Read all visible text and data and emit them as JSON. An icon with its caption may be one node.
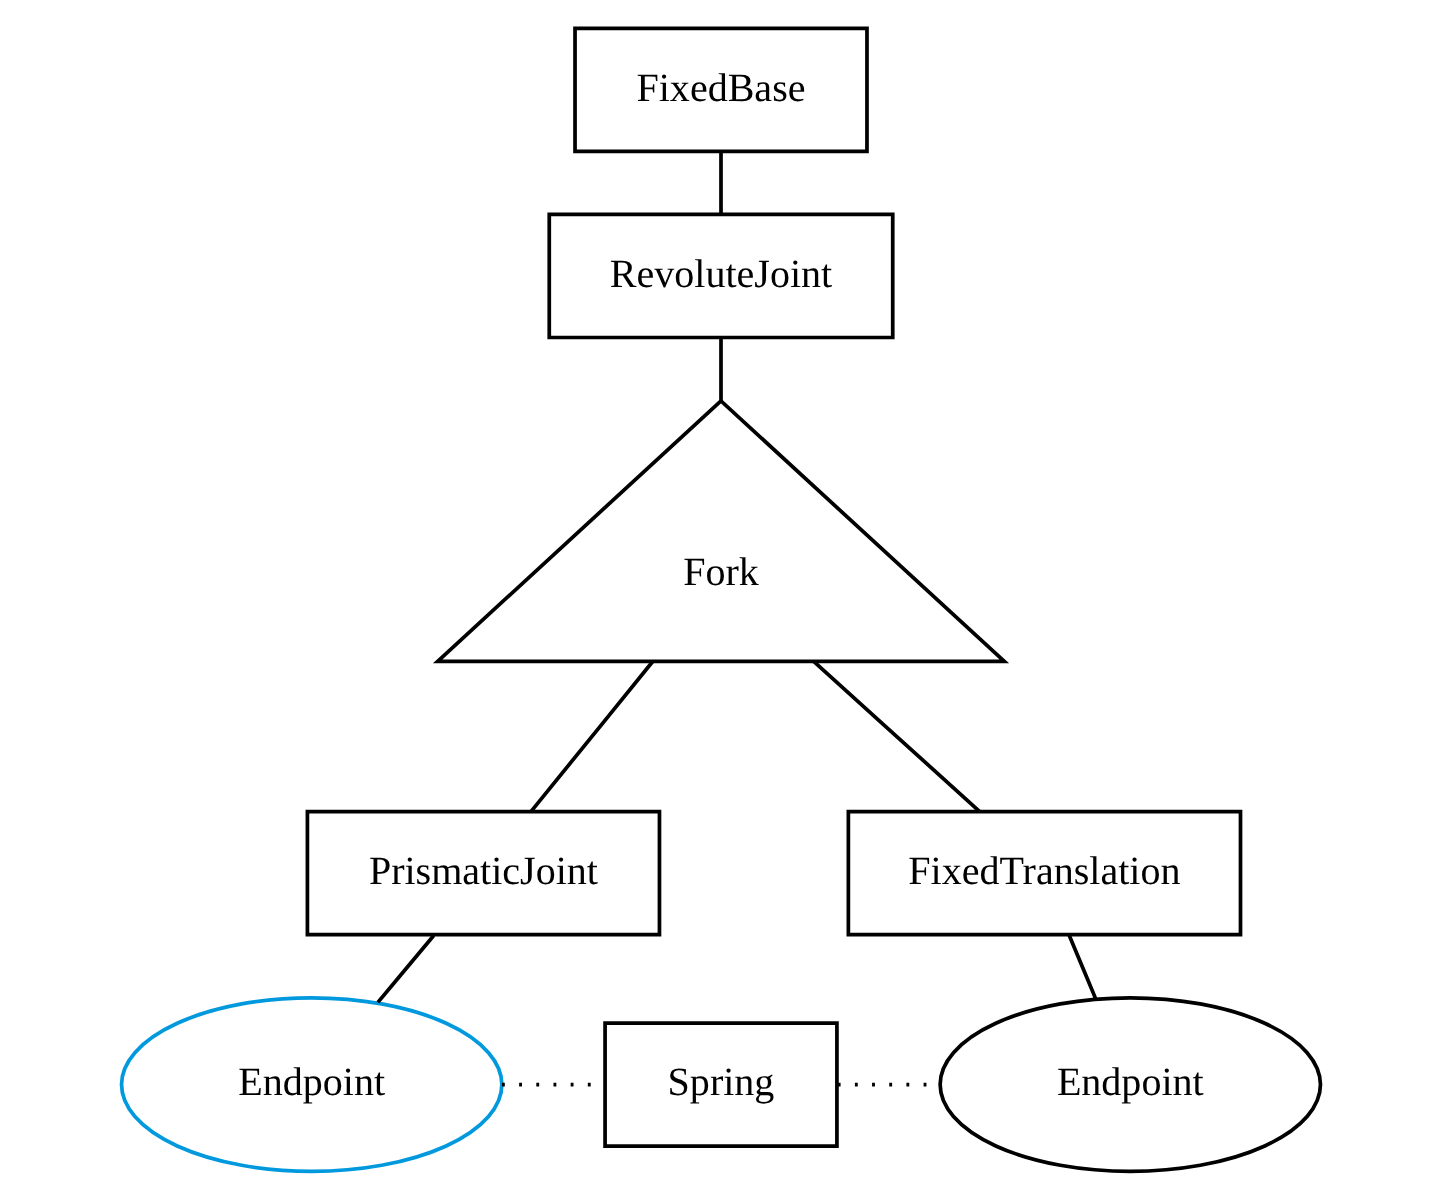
{
  "diagram": {
    "nodes": [
      {
        "text": [
          "FixedBase"
        ]
      },
      {
        "text": [
          "RevoluteJoint"
        ]
      },
      {
        "text": [
          "Fork"
        ]
      },
      {
        "text": [
          "PrismaticJoint"
        ]
      },
      {
        "text": [
          "FixedTranslation"
        ]
      },
      {
        "text": [
          "Endpoint"
        ]
      },
      {
        "text": [
          "Spring"
        ]
      },
      {
        "text": [
          "Endpoint"
        ]
      }
    ],
    "edges": [
      {
        "from": 0,
        "to": 1,
        "arrow": "none"
      },
      {
        "from": 1,
        "to": 2,
        "arrow": "none"
      },
      {
        "from": 2,
        "to": 3,
        "arrow": "none"
      },
      {
        "from": 2,
        "to": 4,
        "arrow": "none"
      },
      {
        "from": 3,
        "to": 5,
        "arrow": "none"
      },
      {
        "from": 4,
        "to": 7,
        "arrow": "none"
      },
      {
        "from": 5,
        "to": 6,
        "arrow": "none",
        "style": "dashed"
      },
      {
        "from": 6,
        "to": 7,
        "arrow": "none",
        "style": "dashed"
      }
    ]
  }
}
